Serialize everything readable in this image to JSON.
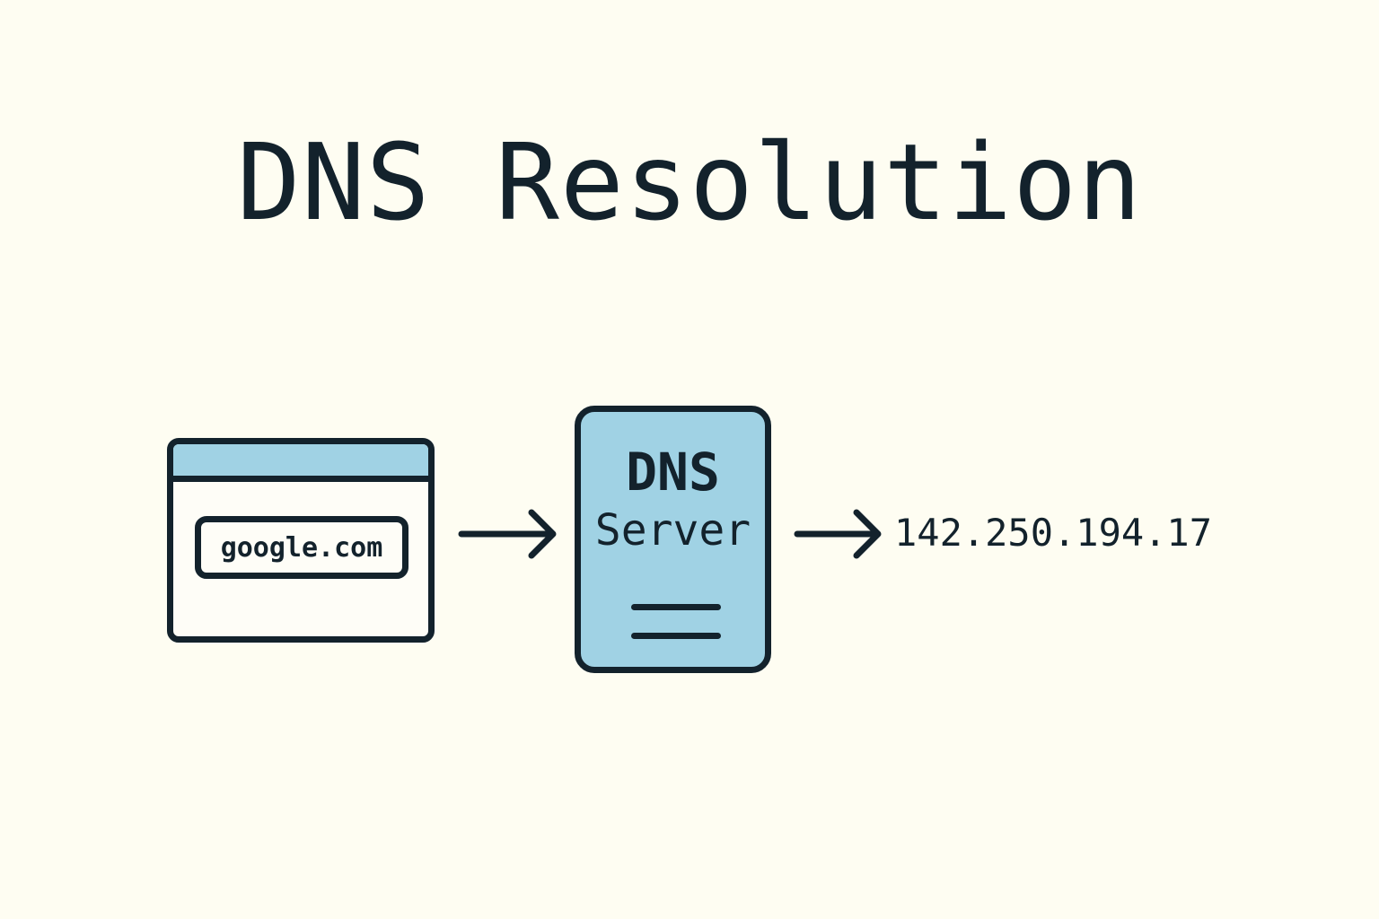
{
  "title": "DNS Resolution",
  "browser": {
    "address": "google.com"
  },
  "server": {
    "line1": "DNS",
    "line2": "Server"
  },
  "result": {
    "ip": "142.250.194.17"
  },
  "colors": {
    "background": "#FEFDF2",
    "ink": "#13222C",
    "accent": "#A0D2E4"
  }
}
